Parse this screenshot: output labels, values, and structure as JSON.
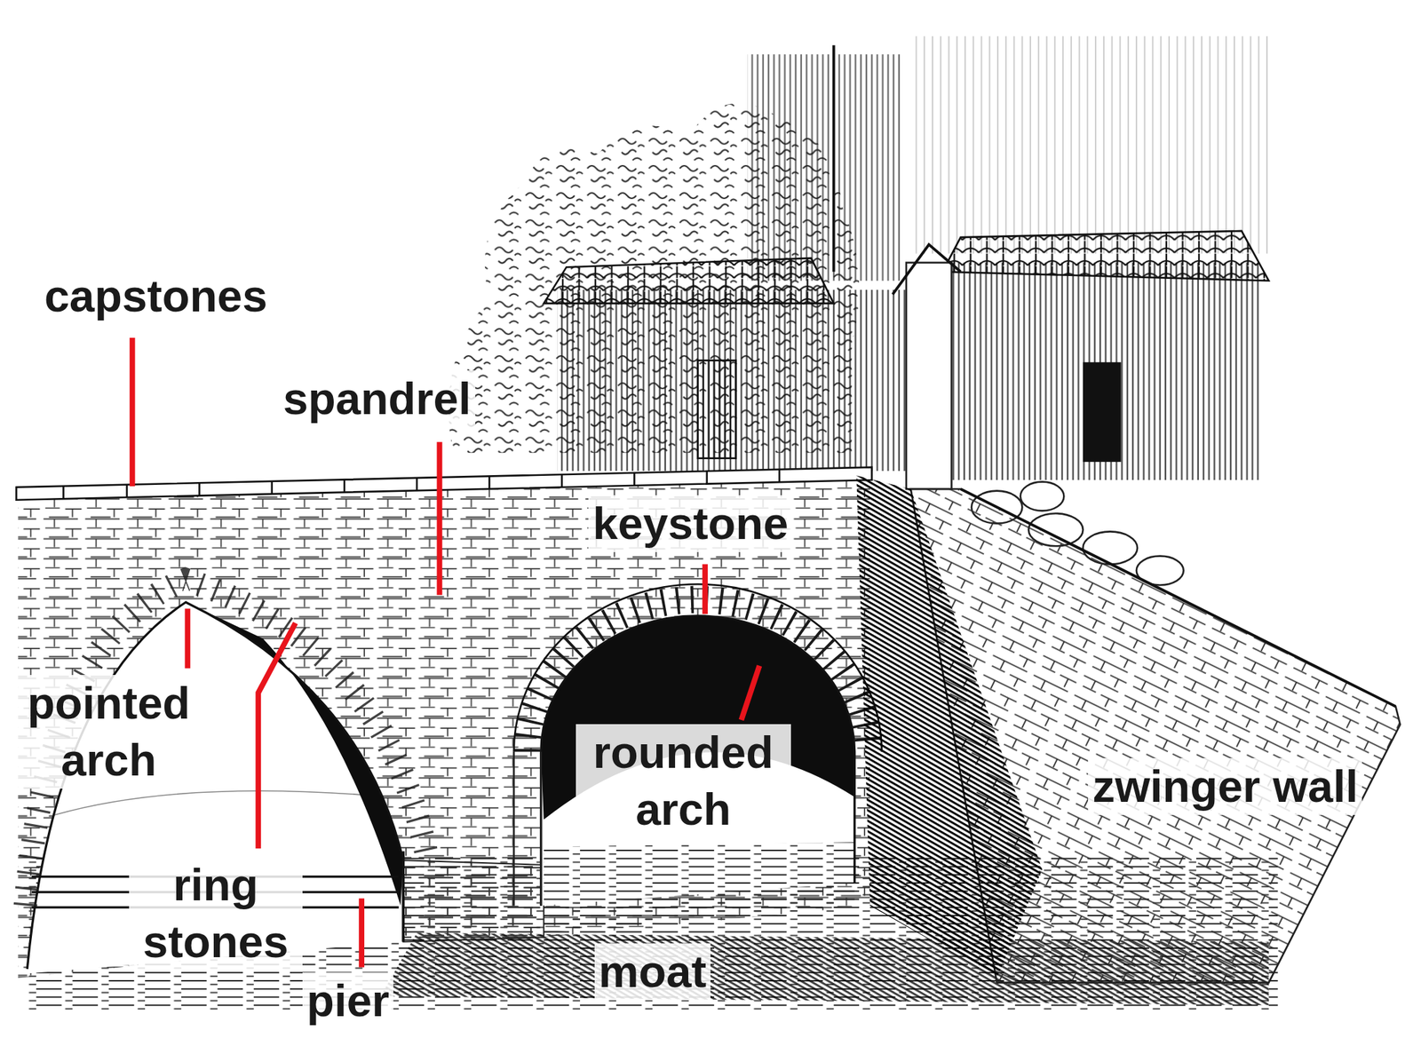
{
  "diagram": {
    "labels": [
      "capstones",
      "spandrel",
      "keystone",
      "pointed arch",
      "rounded arch",
      "zwinger wall",
      "ring stones",
      "moat",
      "pier"
    ]
  }
}
